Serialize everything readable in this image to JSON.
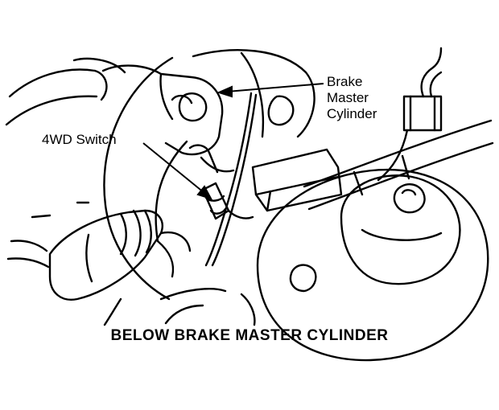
{
  "diagram": {
    "callouts": {
      "brake_master_cylinder": [
        "Brake",
        "Master",
        "Cylinder"
      ],
      "switch_4wd": "4WD Switch"
    },
    "caption": "BELOW BRAKE MASTER CYLINDER"
  }
}
